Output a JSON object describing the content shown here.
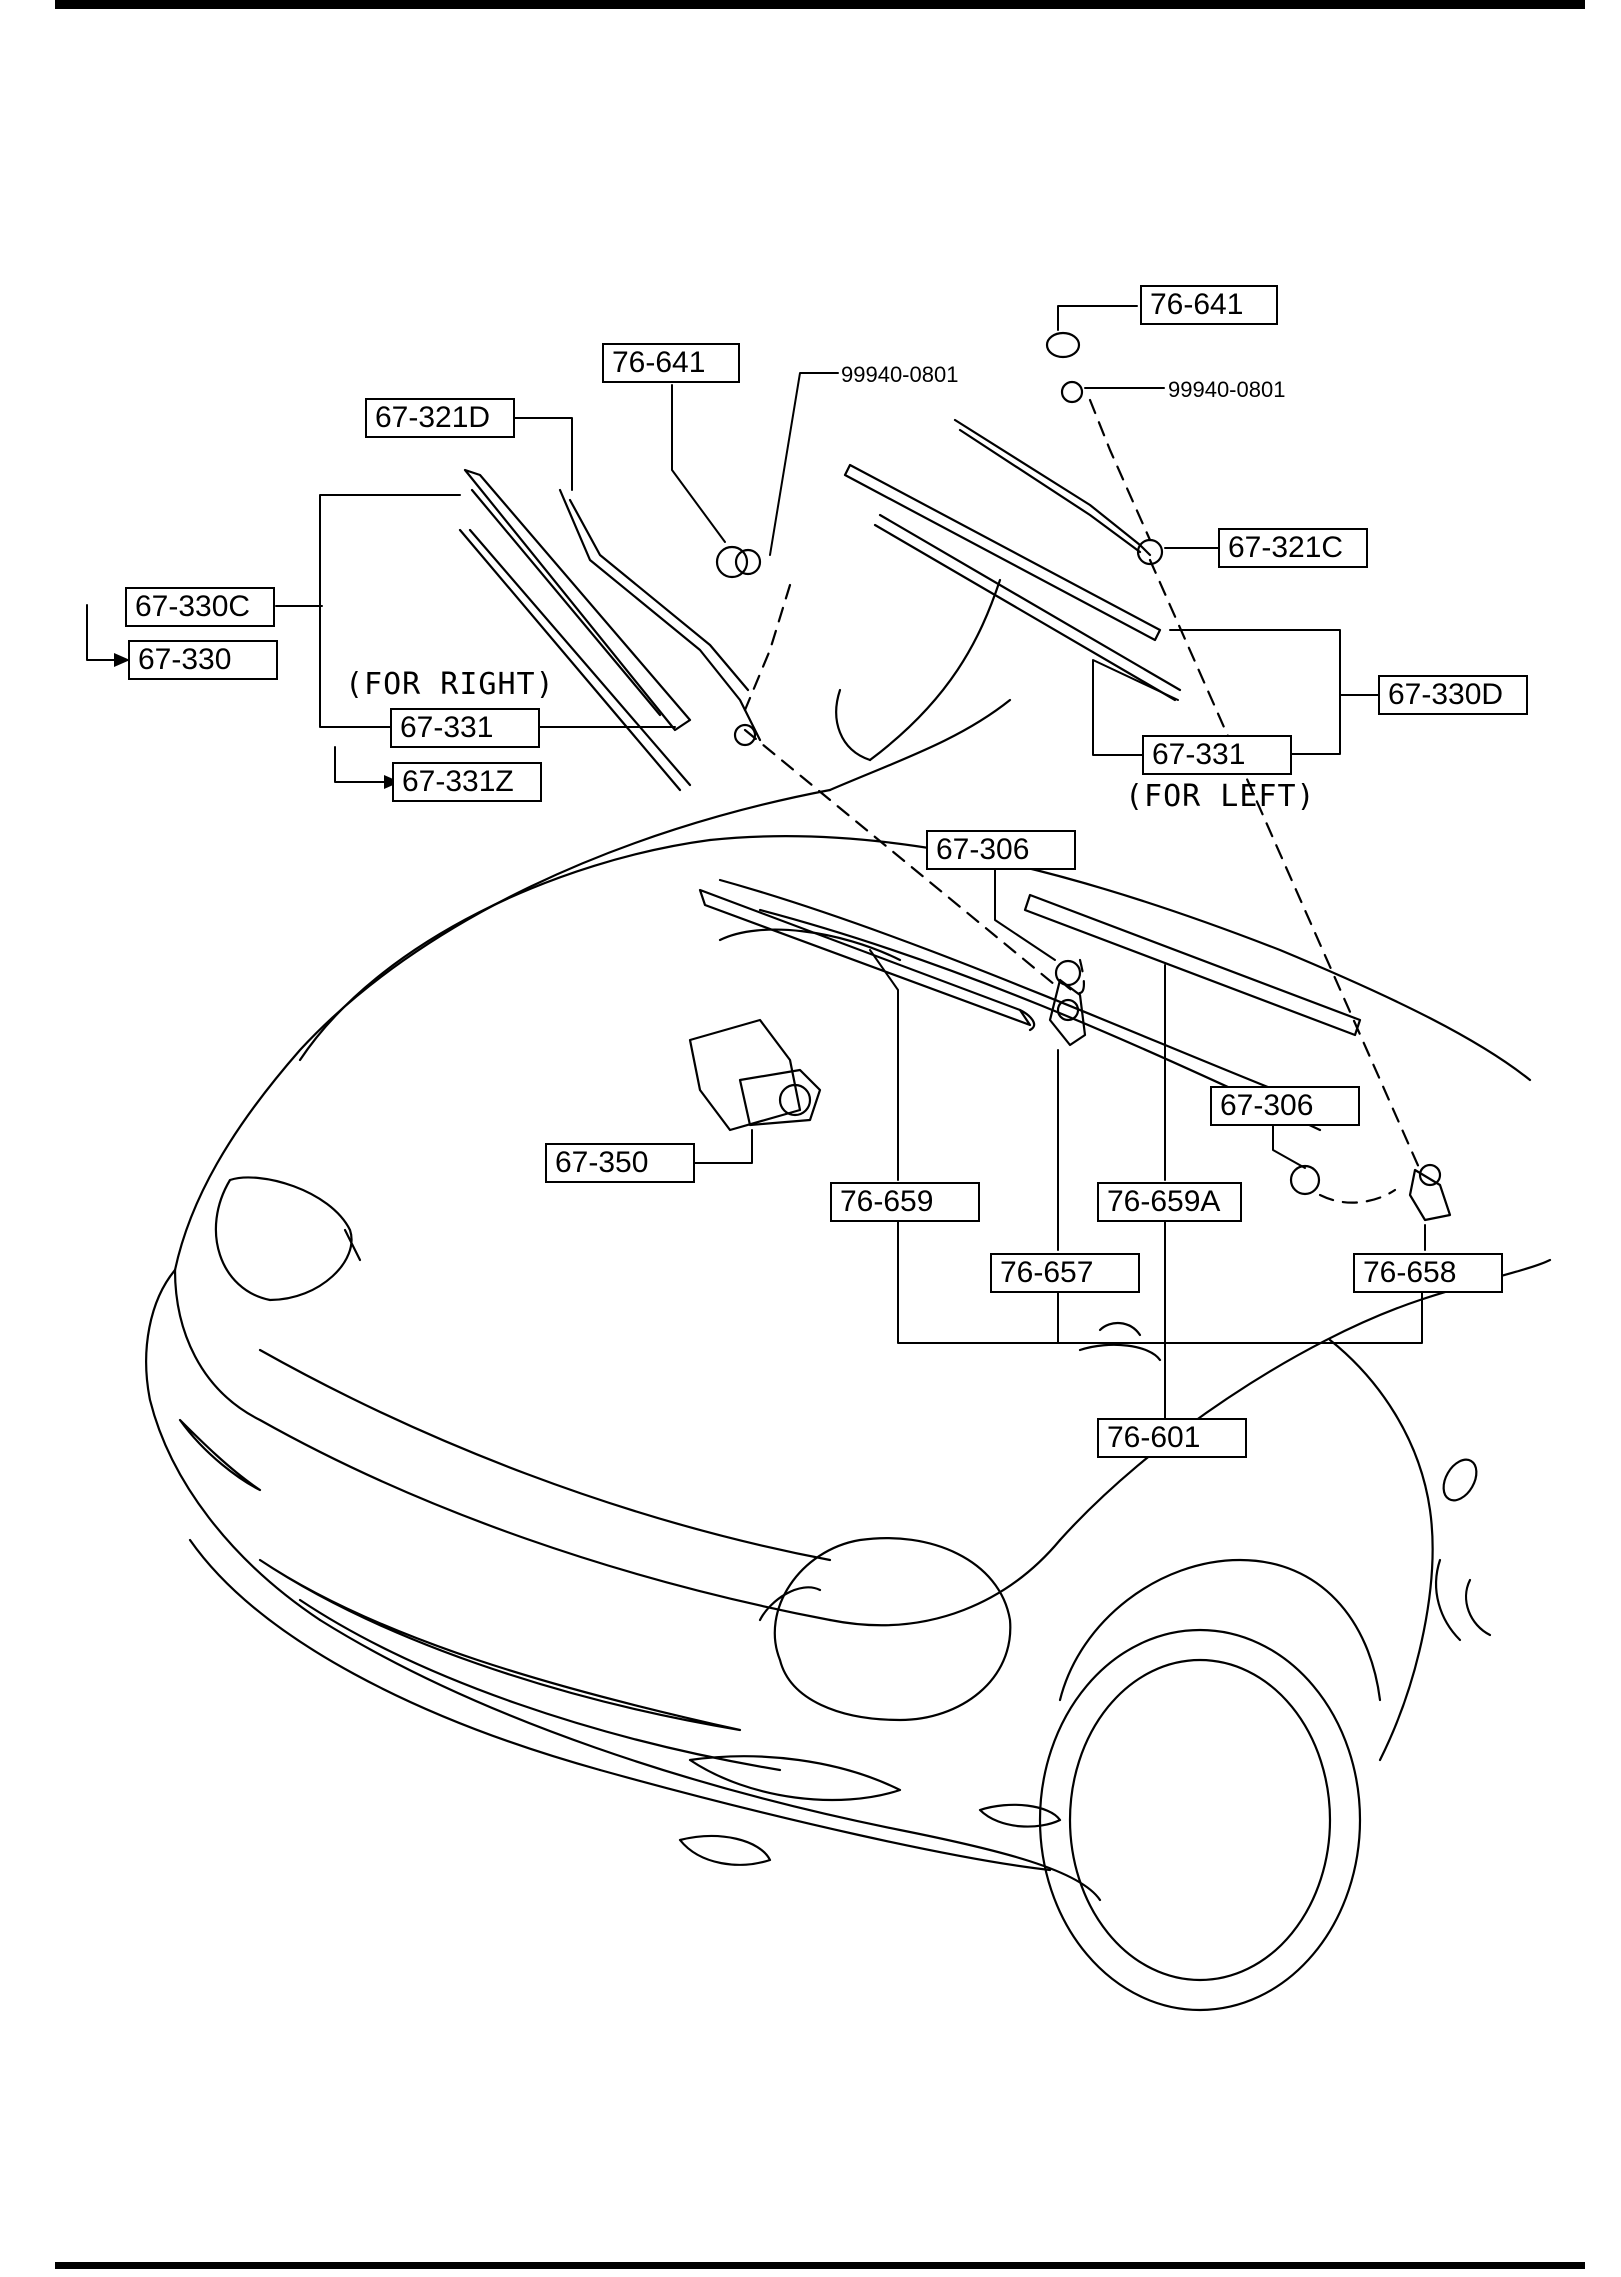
{
  "parts": {
    "p76_641_right": "76-641",
    "p99940_right": "99940-0801",
    "p67_321D": "67-321D",
    "p67_330C": "67-330C",
    "p67_330": "67-330",
    "p67_331_right": "67-331",
    "p67_331Z": "67-331Z",
    "p76_641_left": "76-641",
    "p99940_left": "99940-0801",
    "p67_321C": "67-321C",
    "p67_330D": "67-330D",
    "p67_331_left": "67-331",
    "p67_306_a": "67-306",
    "p67_306_b": "67-306",
    "p67_350": "67-350",
    "p76_659": "76-659",
    "p76_659A": "76-659A",
    "p76_657": "76-657",
    "p76_658": "76-658",
    "p76_601": "76-601"
  },
  "notes": {
    "for_right": "(FOR RIGHT)",
    "for_left": "(FOR LEFT)"
  }
}
